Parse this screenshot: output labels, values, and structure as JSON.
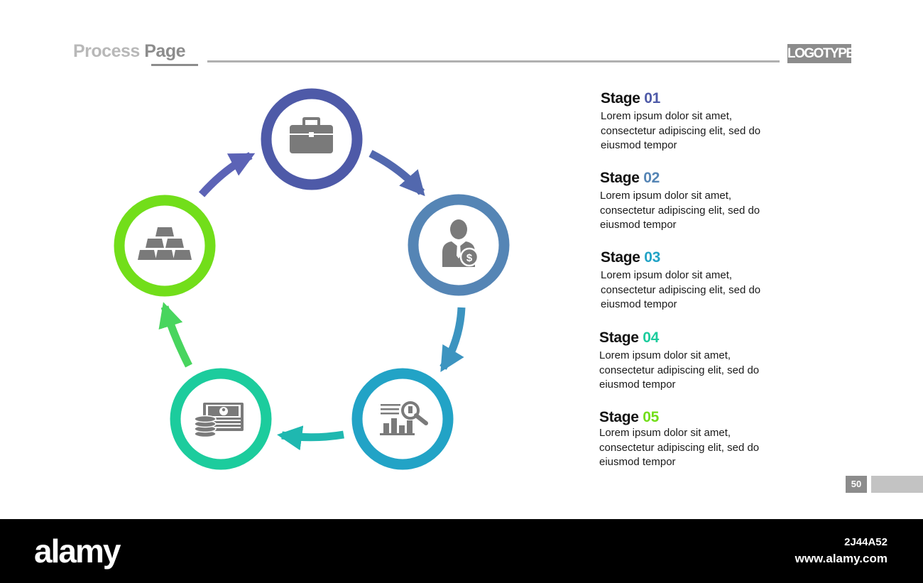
{
  "header": {
    "title_part1": "Process ",
    "title_part2": "Page",
    "logo": "LOGOTYPE"
  },
  "colors": {
    "stage1": "#4e5aa8",
    "stage2": "#5585b5",
    "stage3": "#22a3c6",
    "stage4": "#1ccc9d",
    "stage5": "#72de1a",
    "icon": "#7a7a7a"
  },
  "stages": [
    {
      "label": "Stage ",
      "number": "01",
      "text": [
        "Lorem ipsum dolor sit amet,",
        "consectetur adipiscing elit, sed do",
        "eiusmod tempor"
      ],
      "icon": "briefcase-icon"
    },
    {
      "label": "Stage ",
      "number": "02",
      "text": [
        "Lorem ipsum dolor sit amet,",
        "consectetur adipiscing elit, sed do",
        "eiusmod tempor"
      ],
      "icon": "businessman-dollar-icon"
    },
    {
      "label": "Stage ",
      "number": "03",
      "text": [
        "Lorem ipsum dolor sit amet,",
        "consectetur adipiscing elit, sed do",
        "eiusmod tempor"
      ],
      "icon": "chart-magnifier-icon"
    },
    {
      "label": "Stage ",
      "number": "04",
      "text": [
        "Lorem ipsum dolor sit amet,",
        "consectetur adipiscing elit, sed do",
        "eiusmod tempor"
      ],
      "icon": "cash-coins-icon"
    },
    {
      "label": "Stage ",
      "number": "05",
      "text": [
        "Lorem ipsum dolor sit amet,",
        "consectetur adipiscing elit, sed do",
        "eiusmod tempor"
      ],
      "icon": "gold-bars-icon"
    }
  ],
  "page_number": "50",
  "footer": {
    "brand": "alamy",
    "image_id": "2J44A52",
    "url": "www.alamy.com"
  }
}
